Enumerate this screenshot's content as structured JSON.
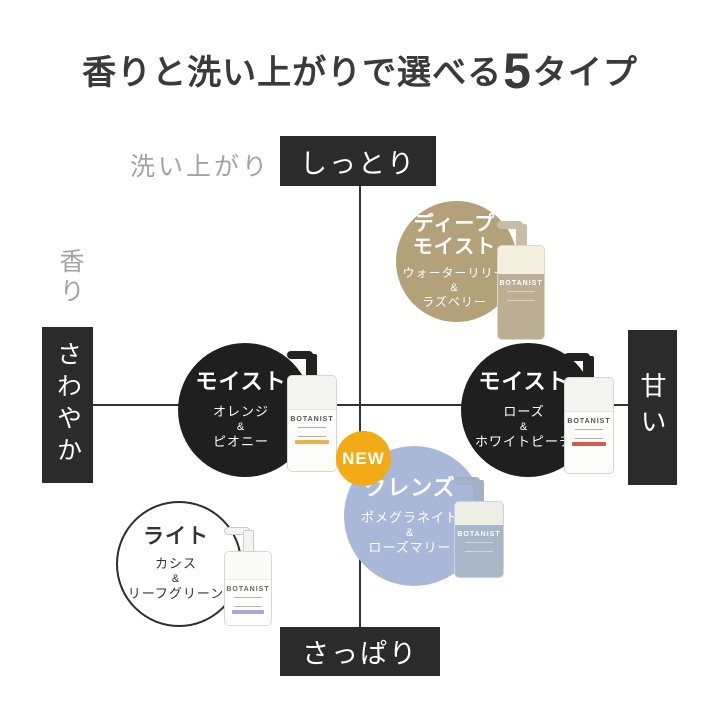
{
  "title": {
    "prefix": "香りと洗い上がりで選べる",
    "count": "5",
    "suffix": "タイプ"
  },
  "axes": {
    "finish_axis_label": "洗い上がり",
    "scent_axis_label": "香り",
    "top": "しっとり",
    "bottom": "さっぱり",
    "left": "さわやか",
    "right": "甘い"
  },
  "new_badge_label": "NEW",
  "bottle_brand": "BOTANIST",
  "products": [
    {
      "name_line1": "ディープ",
      "name_line2": "モイスト",
      "scent1": "ウォーターリリー",
      "amp": "&",
      "scent2": "ラズベリー",
      "circle_color": "#b3a179"
    },
    {
      "name_line1": "モイスト",
      "scent1": "オレンジ",
      "amp": "&",
      "scent2": "ピオニー",
      "circle_color": "#1f1f1f"
    },
    {
      "name_line1": "モイスト",
      "scent1": "ローズ",
      "amp": "&",
      "scent2": "ホワイトピーチ",
      "circle_color": "#1f1f1f"
    },
    {
      "name_line1": "クレンズ",
      "scent1": "ポメグラネイト",
      "amp": "&",
      "scent2": "ローズマリー",
      "circle_color": "#a9b8d8",
      "is_new": true
    },
    {
      "name_line1": "ライト",
      "scent1": "カシス",
      "amp": "&",
      "scent2": "リーフグリーン",
      "circle_color": "#ffffff"
    }
  ],
  "colors": {
    "axis_box_bg": "#2b2b2b",
    "axis_line": "#333333",
    "gray_label": "#a3a3a3",
    "new_badge_bg": "#f2ab17",
    "deep_moist_circle": "#b3a179",
    "moist_circle": "#1f1f1f",
    "cleanse_circle": "#a9b8d8",
    "light_circle_border": "#2e2e2e"
  }
}
